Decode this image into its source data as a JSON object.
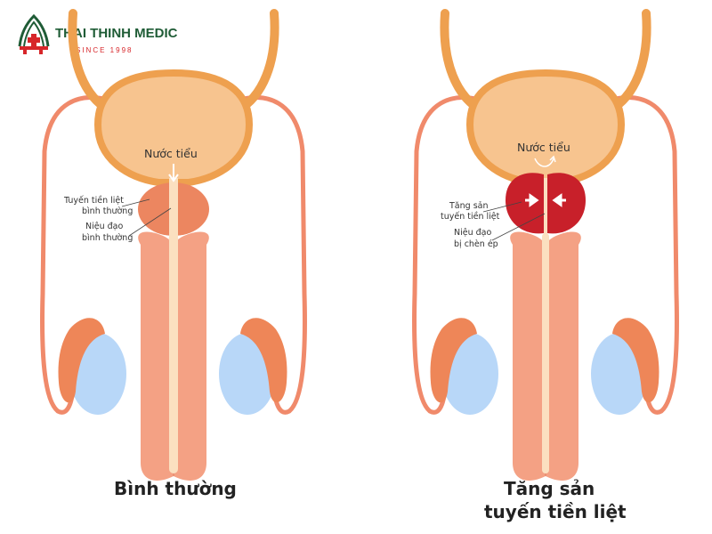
{
  "logo": {
    "name": "THAI THINH MEDIC",
    "tagline": "SINCE 1998"
  },
  "colors": {
    "brand_green": "#1f5c36",
    "brand_red": "#d7262a",
    "bladder": "#f7c48f",
    "tube": "#eea04f",
    "vas": "#f08a6b",
    "normal_prostate": "#ec8660",
    "enlarged_prostate": "#c8202a",
    "shaft": "#f4a184",
    "urethra": "#fbe0c0",
    "testicle": "#b8d7f8",
    "epididymis": "#ee8658"
  },
  "normal": {
    "urine_label": "Nước tiểu",
    "prostate_label": [
      "Tuyến tiền liệt",
      "bình thường"
    ],
    "urethra_label": [
      "Niệu đạo",
      "bình thường"
    ],
    "caption": "Bình thường"
  },
  "enlarged": {
    "urine_label": "Nước tiểu",
    "prostate_label": [
      "Tăng sản",
      "tuyến tiền liệt"
    ],
    "urethra_label": [
      "Niệu đạo",
      "bị chèn ép"
    ],
    "caption": [
      "Tăng sản",
      "tuyến tiền liệt"
    ]
  }
}
